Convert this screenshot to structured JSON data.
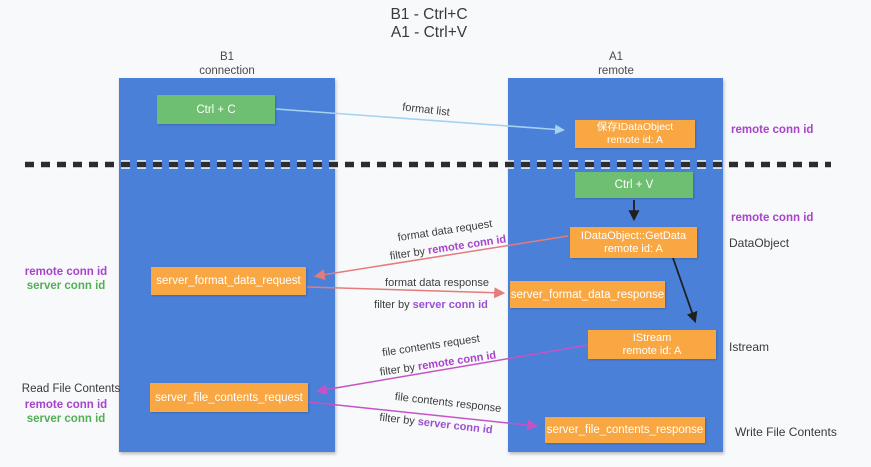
{
  "title": {
    "line1": "B1 - Ctrl+C",
    "line2": "A1 - Ctrl+V"
  },
  "lifelines": {
    "b1": {
      "name": "B1",
      "role": "connection"
    },
    "a1": {
      "name": "A1",
      "role": "remote"
    }
  },
  "nodes": {
    "ctrl_c": {
      "label": "Ctrl + C"
    },
    "save_idataobject": {
      "line1": "保存IDataObject",
      "line2": "remote id: A"
    },
    "ctrl_v": {
      "label": "Ctrl + V"
    },
    "idataobject_getdata": {
      "line1": "IDataObject::GetData",
      "line2": "remote id: A"
    },
    "server_format_data_request": {
      "label": "server_format_data_request"
    },
    "server_format_data_response": {
      "label": "server_format_data_response"
    },
    "istream": {
      "line1": "IStream",
      "line2": "remote id: A"
    },
    "server_file_contents_request": {
      "label": "server_file_contents_request"
    },
    "server_file_contents_response": {
      "label": "server_file_contents_response"
    }
  },
  "edges": {
    "format_list": {
      "label": "format list"
    },
    "format_data_request": {
      "label": "format data request",
      "filter_prefix": "filter by",
      "filter_key": "remote conn id"
    },
    "format_data_response": {
      "label": "format data response",
      "filter_prefix": "filter by",
      "filter_key": "server conn id"
    },
    "file_contents_request": {
      "label": "file contents request",
      "filter_prefix": "filter by",
      "filter_key": "remote conn id"
    },
    "file_contents_response": {
      "label": "file contents response",
      "filter_prefix": "filter by",
      "filter_key": "server conn id"
    }
  },
  "annotations": {
    "left_top": {
      "remote": "remote conn id",
      "server": "server conn id"
    },
    "left_bottom": {
      "title": "Read File Contents",
      "remote": "remote conn id",
      "server": "server conn id"
    },
    "right": {
      "remote_top": "remote conn id",
      "remote_mid": "remote conn id",
      "dataobject": "DataObject",
      "istream": "Istream",
      "write": "Write File Contents"
    }
  },
  "colors": {
    "background": "#f8f9fa",
    "lifeline_fill": "#4a80d8",
    "action_fill": "#6fbf73",
    "message_fill": "#f9a743",
    "remote_conn_id_text": "#a843cb",
    "server_conn_id_text": "#53ae58",
    "arrow_format_list": "#a5d2ef",
    "arrow_format_data": "#e57b7b",
    "arrow_file_contents": "#c653c6",
    "arrow_sync": "#1f1f1f",
    "separator": "#2d2d2d"
  }
}
